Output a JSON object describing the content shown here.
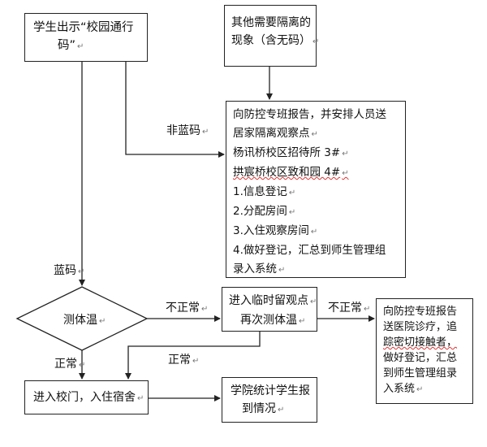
{
  "nodes": {
    "start": {
      "lines": [
        "学生出示“校园通行",
        "码”"
      ]
    },
    "other": {
      "lines": [
        "其他需要隔离的",
        "现象（含无码）"
      ]
    },
    "report_main": {
      "lines": [
        "向防控专班报告，并安排人员送",
        "居家隔离观察点",
        "杨讯桥校区招待所 3#",
        "拱宸桥校区致和园 4#",
        "1.信息登记",
        "2.分配房间",
        "3.入住观察房间",
        "4.做好登记，汇总到师生管理组",
        "录入系统"
      ]
    },
    "temperature": {
      "lines": [
        "测体温"
      ]
    },
    "temp_point": {
      "lines": [
        "进入临时留观点",
        "再次测体温"
      ]
    },
    "hospital": {
      "lines": [
        "向防控专班报告",
        "送医院诊疗，追",
        "踪密切接触者，",
        "做好登记，汇总",
        "到师生管理组录",
        "入系统"
      ]
    },
    "enter": {
      "lines": [
        "进入校门，入住宿舍"
      ]
    },
    "stats": {
      "lines": [
        "学院统计学生报",
        "到情况"
      ]
    }
  },
  "edge_labels": {
    "non_blue": "非蓝码",
    "blue": "蓝码",
    "abnormal_1": "不正常",
    "abnormal_2": "不正常",
    "normal_1": "正常",
    "normal_2": "正常"
  },
  "paragraph_mark": "↵",
  "colors": {
    "stroke": "#222222",
    "text": "#111111",
    "mark": "#777777",
    "spellcheck": "#dd3333"
  }
}
